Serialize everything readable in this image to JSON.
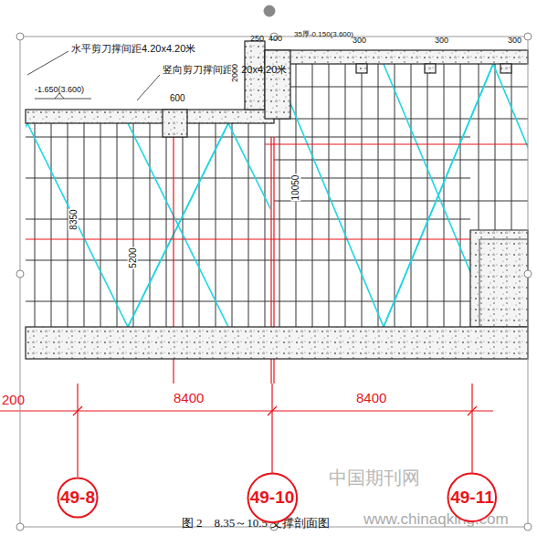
{
  "diagram": {
    "caption": "图 2　8.35～10.5 支撑剖面图",
    "nodes": [
      {
        "text": [
          "49-8"
        ]
      },
      {
        "text": [
          "49-10"
        ]
      },
      {
        "text": [
          "49-11"
        ]
      }
    ],
    "labels": [
      "水平剪刀撑间距4.20x4.20米",
      "竖向剪刀撑间距4.20x4.20米",
      "-1.650(3.600)",
      "600",
      "250",
      "400",
      "35厚-0.150(3.600)",
      "300",
      "300",
      "300",
      "2000",
      "8350",
      "5200",
      "10050",
      "200",
      "8400",
      "8400",
      "中国期刊网",
      "www.chinaqking.com"
    ]
  }
}
